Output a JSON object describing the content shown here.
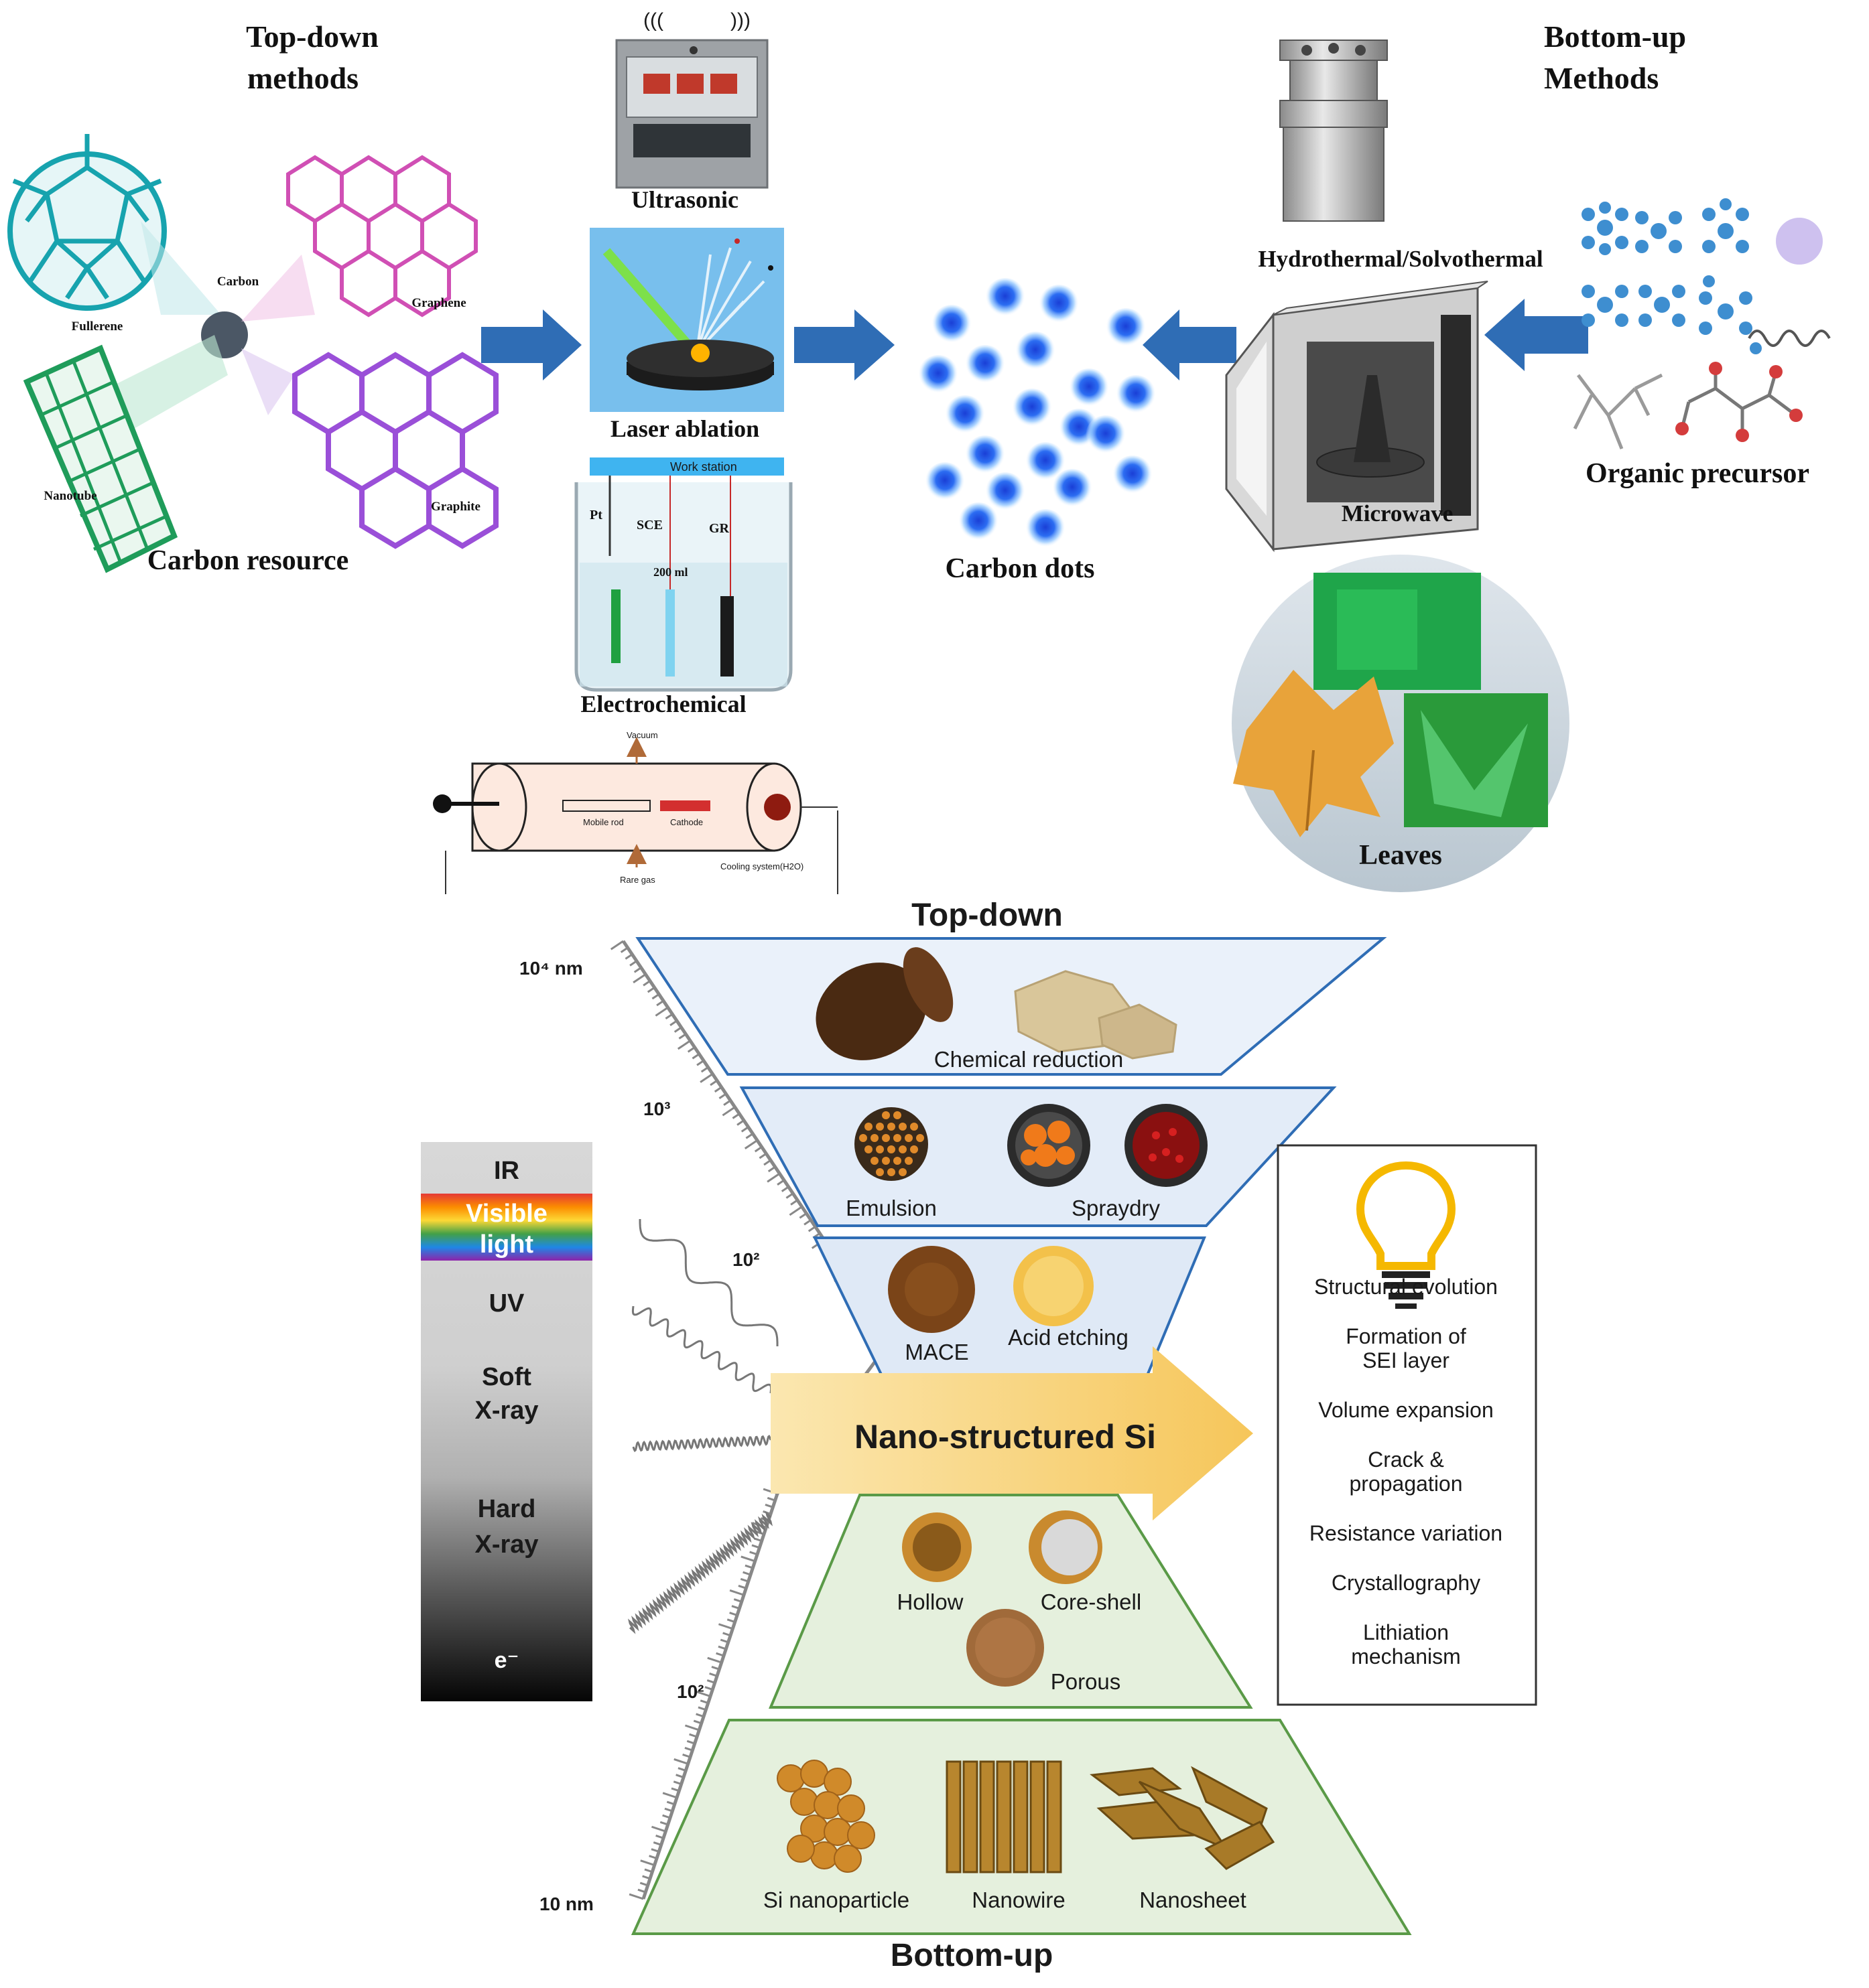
{
  "top": {
    "top_down_title": [
      "Top-down",
      "methods"
    ],
    "bottom_up_title": [
      "Bottom-up",
      "Methods"
    ],
    "carbon_resource": {
      "caption": "Carbon resource",
      "fullerene": "Fullerene",
      "carbon": "Carbon",
      "graphene": "Graphene",
      "nanotube": "Nanotube",
      "graphite": "Graphite"
    },
    "methods": {
      "ultrasonic": "Ultrasonic",
      "laser": "Laser ablation",
      "electrochemical": "Electrochemical",
      "work_station": "Work station",
      "pt": "Pt",
      "sce": "SCE",
      "gr": "GR",
      "beaker_mark": "200 ml"
    },
    "arc_discharge": {
      "vacuum": "Vacuum",
      "mobile_rod": "Mobile rod",
      "cathode": "Cathode",
      "rare_gas": "Rare gas",
      "cooling": "Cooling system(H2O)"
    },
    "carbon_dots": "Carbon dots",
    "hydrothermal": "Hydrothermal/Solvothermal",
    "microwave": "Microwave",
    "organic_precursor": "Organic precursor",
    "leaves": "Leaves"
  },
  "bottom": {
    "top_down": "Top-down",
    "bottom_up": "Bottom-up",
    "scale": {
      "s1": "10⁴ nm",
      "s2": "10³",
      "s3": "10²",
      "s4": "10²",
      "s5": "10 nm"
    },
    "chemical_reduction": "Chemical reduction",
    "emulsion": "Emulsion",
    "spraydry": "Spraydry",
    "mace": "MACE",
    "acid_etching": "Acid etching",
    "arrow_label": "Nano-structured Si",
    "hollow": "Hollow",
    "core_shell": "Core-shell",
    "porous": "Porous",
    "si_nanoparticle": "Si nanoparticle",
    "nanowire": "Nanowire",
    "nanosheet": "Nanosheet",
    "spectrum": {
      "ir": "IR",
      "visible": "Visible",
      "light": "light",
      "uv": "UV",
      "soft": "Soft",
      "soft_x": "X-ray",
      "hard": "Hard",
      "hard_x": "X-ray",
      "e": "e⁻"
    },
    "properties": [
      [
        "Structural evolution"
      ],
      [
        "Formation of",
        "SEI layer"
      ],
      [
        "Volume expansion"
      ],
      [
        "Crack &",
        "propagation"
      ],
      [
        "Resistance variation"
      ],
      [
        "Crystallography"
      ],
      [
        "Lithiation",
        "mechanism"
      ]
    ]
  },
  "colors": {
    "arrow_blue": "#2f6db5",
    "dot_blue": "#1e5be0",
    "funnel_blue": "#e6eef8",
    "funnel_green": "#e3efd9",
    "arrow_yellow": "#f7d37a"
  }
}
